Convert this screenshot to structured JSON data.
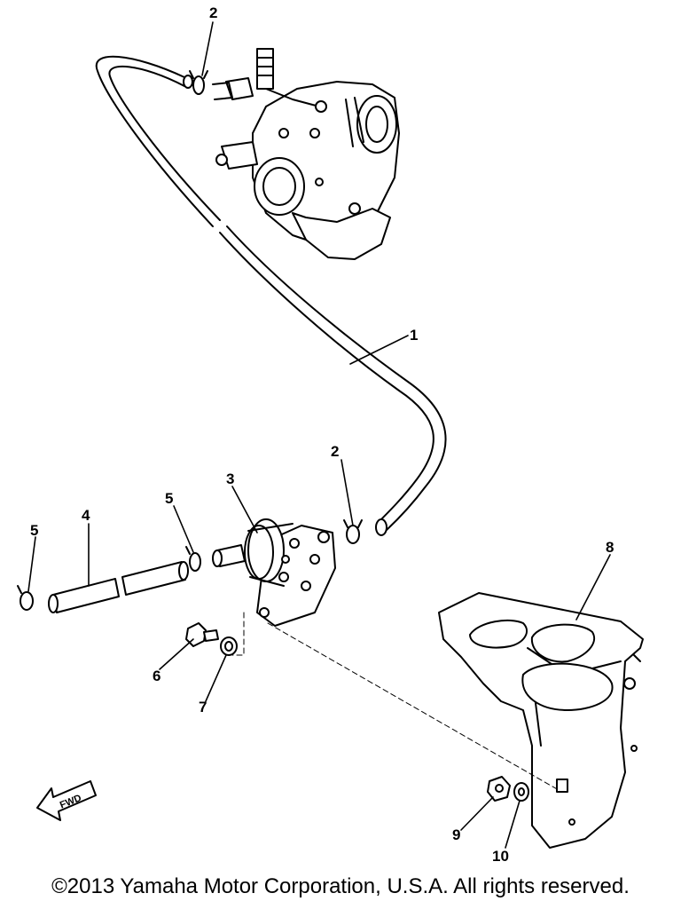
{
  "callouts": {
    "p1": "1",
    "p2_top": "2",
    "p2_mid": "2",
    "p3": "3",
    "p4": "4",
    "p5_left": "5",
    "p5_mid": "5",
    "p6": "6",
    "p7": "7",
    "p8": "8",
    "p9": "9",
    "p10": "10"
  },
  "fwd_label": "FWD",
  "copyright": "©2013 Yamaha Motor Corporation, U.S.A. All rights reserved."
}
